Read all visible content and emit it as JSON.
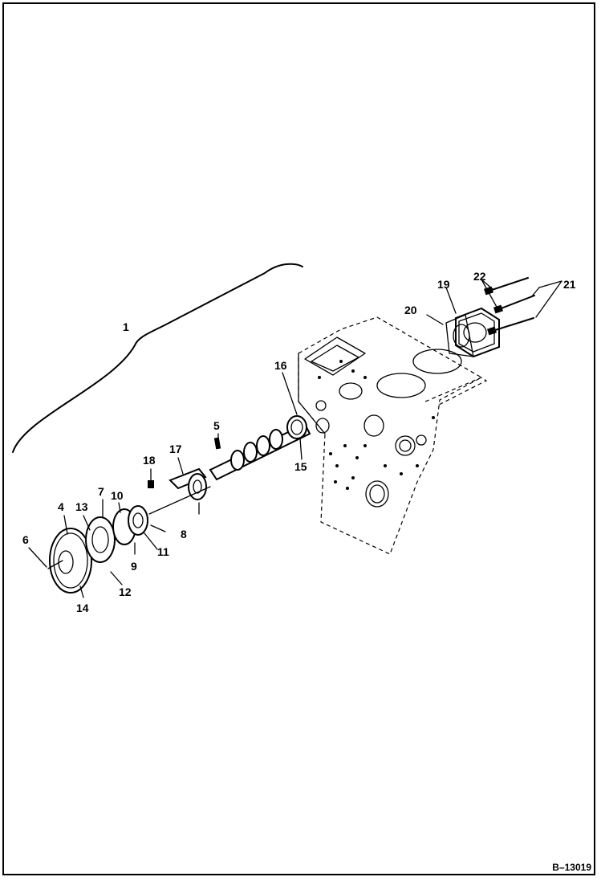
{
  "diagram": {
    "figure_ref": "B–13019",
    "callouts": [
      {
        "id": "c1",
        "text": "1"
      },
      {
        "id": "c4",
        "text": "4"
      },
      {
        "id": "c5",
        "text": "5"
      },
      {
        "id": "c6",
        "text": "6"
      },
      {
        "id": "c7",
        "text": "7"
      },
      {
        "id": "c8",
        "text": "8"
      },
      {
        "id": "c9",
        "text": "9"
      },
      {
        "id": "c10",
        "text": "10"
      },
      {
        "id": "c11",
        "text": "11"
      },
      {
        "id": "c12",
        "text": "12"
      },
      {
        "id": "c13",
        "text": "13"
      },
      {
        "id": "c14",
        "text": "14"
      },
      {
        "id": "c15",
        "text": "15"
      },
      {
        "id": "c16",
        "text": "16"
      },
      {
        "id": "c17",
        "text": "17"
      },
      {
        "id": "c18",
        "text": "18"
      },
      {
        "id": "c19",
        "text": "19"
      },
      {
        "id": "c20",
        "text": "20"
      },
      {
        "id": "c21",
        "text": "21"
      },
      {
        "id": "c22",
        "text": "22"
      }
    ]
  }
}
